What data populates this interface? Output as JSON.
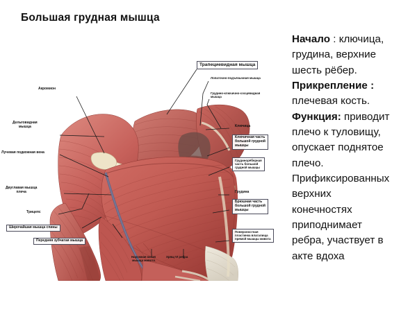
{
  "page": {
    "title": "Большая грудная мышца",
    "background_color": "#ffffff",
    "text_color": "#111111"
  },
  "figure": {
    "name": "pectoralis-major-anatomy-illustration",
    "description": "Anatomical illustration of the chest and shoulder musculature",
    "palette": {
      "muscle_red": "#c4564f",
      "muscle_light": "#e09a90",
      "muscle_dark": "#9e3a36",
      "bone_pale": "#e8dec4",
      "tendon_white": "#ece6da",
      "vein_blue": "#6a7090",
      "fiber_line": "#a8443e"
    },
    "labels": [
      {
        "id": "trapezius",
        "text": "Трапециевидная мышца",
        "boxed": true,
        "size": "lbl-md"
      },
      {
        "id": "omohyoid",
        "text": "Лопаточно-подъязычная мышца",
        "boxed": false,
        "size": "lbl-xs"
      },
      {
        "id": "sternocleido",
        "text": "Грудино-ключично-сосцевидная\nмышца",
        "boxed": false,
        "size": "lbl-xs"
      },
      {
        "id": "acromion",
        "text": "Акромион",
        "boxed": false,
        "size": "lbl-sm"
      },
      {
        "id": "deltoid",
        "text": "Дельтовидная\nмышца",
        "boxed": false,
        "size": "lbl-sm"
      },
      {
        "id": "cephalic-vein",
        "text": "Лучевая подкожная вена",
        "boxed": false,
        "size": "lbl-sm"
      },
      {
        "id": "biceps",
        "text": "Двуглавая мышца\nплеча",
        "boxed": false,
        "size": "lbl-sm"
      },
      {
        "id": "triceps",
        "text": "Трицепс",
        "boxed": false,
        "size": "lbl-sm"
      },
      {
        "id": "latissimus",
        "text": "Широчайшая мышца спины",
        "boxed": true,
        "size": "lbl-sm"
      },
      {
        "id": "serratus",
        "text": "Передняя зубчатая мышца",
        "boxed": true,
        "size": "lbl-sm"
      },
      {
        "id": "ext-oblique",
        "text": "Наружная косая\nмышца живота",
        "boxed": false,
        "size": "lbl-xs"
      },
      {
        "id": "rib6-cartilage",
        "text": "Хрящ VI ребра",
        "boxed": false,
        "size": "lbl-xs"
      },
      {
        "id": "clavicle",
        "text": "Ключица",
        "boxed": false,
        "size": "lbl-sm"
      },
      {
        "id": "clavicular-part",
        "text": "Ключичная часть\nбольшой грудной\nмышцы",
        "boxed": true,
        "size": "lbl-sm"
      },
      {
        "id": "sternocostal",
        "text": "Грудинорёберная\nчасть большой\nгрудной мышцы",
        "boxed": true,
        "size": "lbl-xs"
      },
      {
        "id": "sternum",
        "text": "Грудина",
        "boxed": false,
        "size": "lbl-sm"
      },
      {
        "id": "abdominal-part",
        "text": "Брюшная часть\nбольшой грудной\nмышцы",
        "boxed": true,
        "size": "lbl-sm"
      },
      {
        "id": "rectus-sheath",
        "text": "Поверхностная\nпластинка влагалища\nпрямой мышцы живота",
        "boxed": true,
        "size": "lbl-xs"
      }
    ]
  },
  "description_panel": {
    "name": "muscle-description",
    "lines": [
      {
        "bold": "Начало",
        "rest": " : ключица,"
      },
      {
        "bold": "",
        "rest": "грудина, верхние"
      },
      {
        "bold": "",
        "rest": "шесть рёбер."
      },
      {
        "bold": "Прикрепление :",
        "rest": ""
      },
      {
        "bold": "",
        "rest": "плечевая кость."
      },
      {
        "bold": "Функция:",
        "rest": " приводит"
      },
      {
        "bold": "",
        "rest": "плечо к туловищу,"
      },
      {
        "bold": "",
        "rest": "опускает поднятое"
      },
      {
        "bold": "",
        "rest": "плечо."
      },
      {
        "bold": "",
        "rest": "Прификсированных"
      },
      {
        "bold": "",
        "rest": "верхних"
      },
      {
        "bold": "",
        "rest": "конечностях"
      },
      {
        "bold": "",
        "rest": "приподнимает"
      },
      {
        "bold": "",
        "rest": "ребра, участвует в"
      },
      {
        "bold": "",
        "rest": "акте вдоха"
      }
    ]
  }
}
